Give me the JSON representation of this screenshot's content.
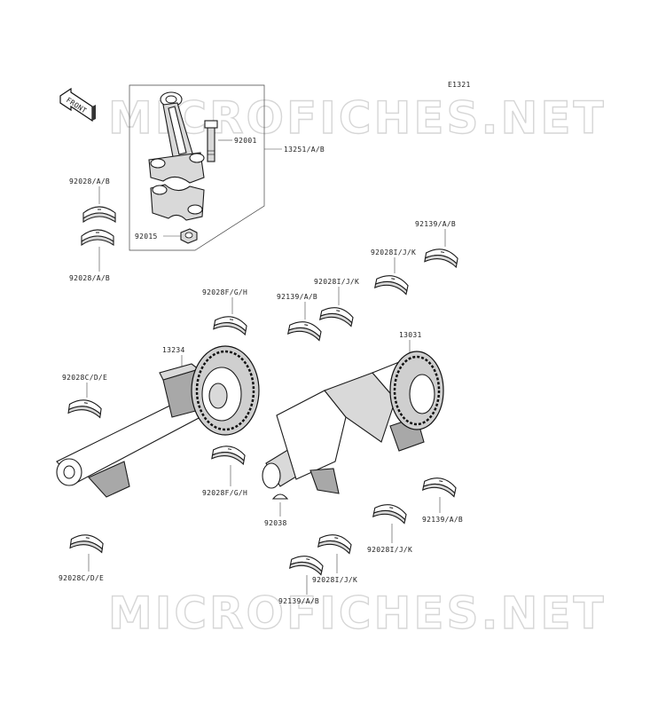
{
  "diagram": {
    "code": "E1321",
    "front_arrow_text": "FRONT",
    "watermark": "MICROFICHES.NET",
    "labels": {
      "p92001": "92001",
      "p13251": "13251/A/B",
      "p92015": "92015",
      "p92028ab_top": "92028/A/B",
      "p92028ab_bot": "92028/A/B",
      "p92139ab_1": "92139/A/B",
      "p92028ijk_1": "92028I/J/K",
      "p92028ijk_2": "92028I/J/K",
      "p92139ab_2": "92139/A/B",
      "p92028fgh_top": "92028F/G/H",
      "p13234": "13234",
      "p13031": "13031",
      "p92028cde_top": "92028C/D/E",
      "p92028fgh_bot": "92028F/G/H",
      "p92038": "92038",
      "p92139ab_3": "92139/A/B",
      "p92028ijk_3": "92028I/J/K",
      "p92028ijk_4": "92028I/J/K",
      "p92028cde_bot": "92028C/D/E",
      "p92139ab_4": "92139/A/B"
    }
  }
}
